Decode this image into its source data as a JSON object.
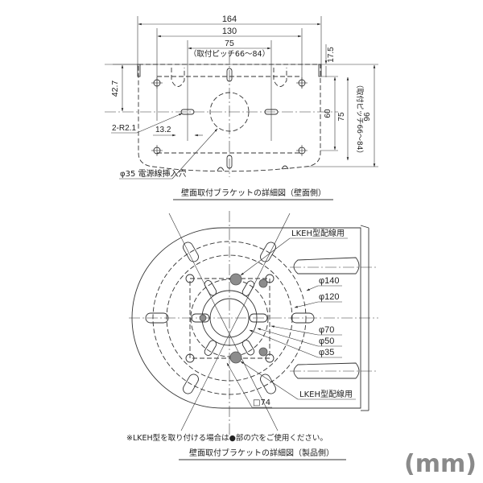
{
  "top_view": {
    "title": "壁面取付ブラケットの詳細図（壁面側）",
    "dims": {
      "width_total": "164",
      "width_130": "130",
      "pitch_75": "75",
      "pitch_note": "（取付ピッチ66～84）",
      "height_17_5": "17.5",
      "height_42_7": "42.7",
      "height_60": "60",
      "height_75": "75",
      "height_pitch_note": "（取付ピッチ66～84）",
      "height_96": "96",
      "slot_radius": "2-R2.1",
      "slot_length": "13.2",
      "hole_label": "φ35 電源線挿入穴"
    }
  },
  "bottom_view": {
    "title": "壁面取付ブラケットの詳細図（製品側）",
    "labels": {
      "lkeh_top": "LKEH型配線用",
      "lkeh_bottom": "LKEH型配線用",
      "d140": "φ140",
      "d120": "φ120",
      "d70": "φ70",
      "d50": "φ50",
      "d35": "φ35",
      "sq74": "□74"
    },
    "note": "※LKEH型を取り付ける場合は●部の穴をご使用ください。"
  },
  "unit": "(mm)",
  "colors": {
    "line": "#333333",
    "marked_hole": "#8c8c8c",
    "unit_text": "#8a8a8a"
  }
}
